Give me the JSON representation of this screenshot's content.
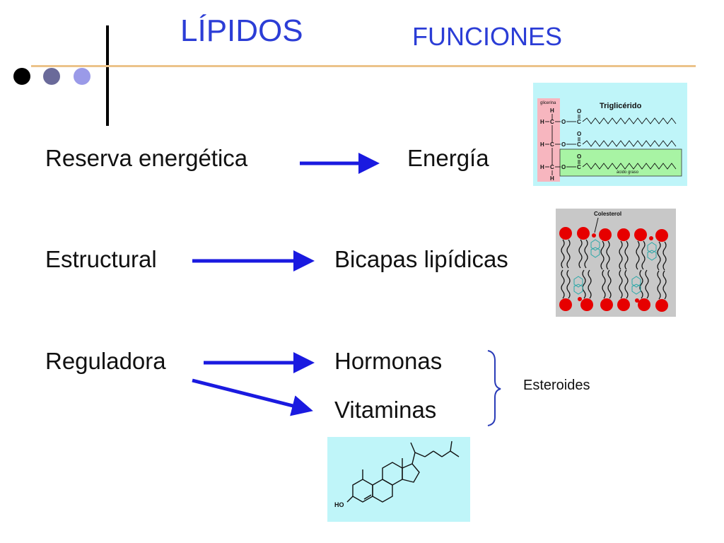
{
  "slide": {
    "title": "LÍPIDOS",
    "subtitle": "FUNCIONES"
  },
  "rows": [
    {
      "left": "Reserva energética",
      "right": "Energía"
    },
    {
      "left": "Estructural",
      "right": "Bicapas lipídicas"
    },
    {
      "left": "Reguladora",
      "right": "Hormonas"
    },
    {
      "left": "",
      "right": "Vitaminas"
    }
  ],
  "bracket_label": "Esteroides",
  "figures": {
    "triglyceride": {
      "title": "Triglicérido",
      "glycerol_label": "glicerina",
      "fatty_acid_label": "ácido graso"
    },
    "membrane": {
      "label": "Colesterol"
    },
    "steroid": {
      "label": "HO"
    }
  },
  "colors": {
    "title": "#2b3dd6",
    "arrow": "#1a1ae0",
    "figure_bg": "#bff5f9",
    "accent_rule": "#ecc38a",
    "dot_dark": "#000000",
    "dot_mid": "#6a6a9a",
    "dot_light": "#9a9ae8"
  }
}
